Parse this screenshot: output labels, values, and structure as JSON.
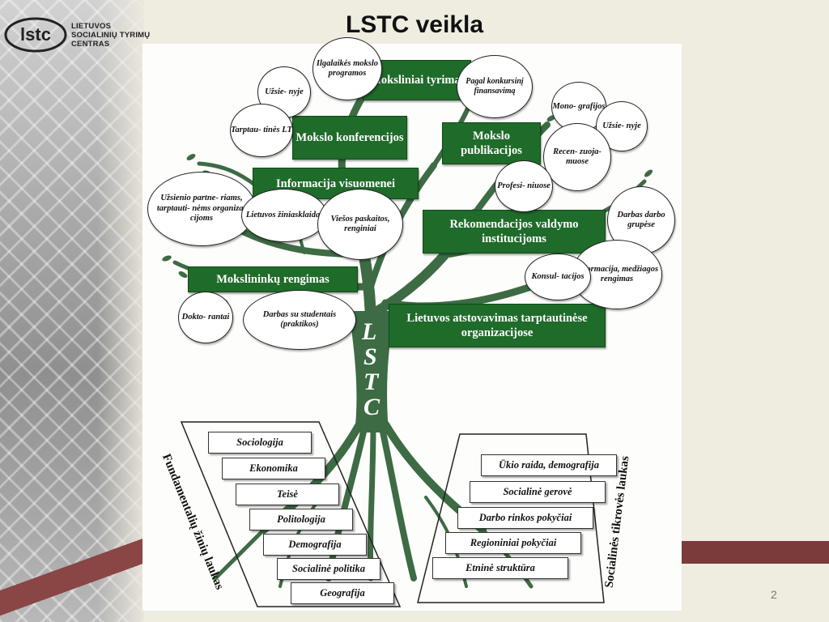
{
  "title": "LSTC veikla",
  "logo": {
    "mark": "lstc",
    "line1": "LIETUVOS",
    "line2": "SOCIALINIŲ TYRIMŲ",
    "line3": "CENTRAS"
  },
  "trunk_letters": [
    "L",
    "S",
    "T",
    "C"
  ],
  "boxes": {
    "moksliniai_tyrimai": "Moksliniai tyrimai",
    "mokslo_konferencijos": "Mokslo konferencijos",
    "mokslo_publikacijos": "Mokslo publikacijos",
    "informacija_visuomenei": "Informacija visuomenei",
    "rekomendacijos": "Rekomendacijos valdymo institucijoms",
    "mokslininku_rengimas": "Mokslininkų rengimas",
    "atstovavimas": "Lietuvos atstovavimas tarptautinėse organizacijose"
  },
  "ovals": {
    "ilgalaikes": "Ilgalaikės mokslo programos",
    "pagal_konkursini": "Pagal konkursinį finansavimą",
    "uzsienyje_1": "Užsie- nyje",
    "tarptautines_lt": "Tarptau- tinės LT",
    "monografijos": "Mono- grafijos",
    "uzsienyje_2": "Užsie- nyje",
    "recenzuojamuose": "Recen- zuoja- muose",
    "profesiniuose": "Profesi- niuose",
    "uzsienio_partneriams": "Užsienio partne- riams, tarptauti- nėms organiza- cijoms",
    "lietuvos_ziniasklaidai": "Lietuvos žiniasklaidai",
    "viesos_paskaitos": "Viešos paskaitos, renginiai",
    "darbas_darbo_grupese": "Darbas darbo grupėse",
    "konsultacijos": "Konsul- tacijos",
    "informacija_medziagos": "Informacija, medžiagos rengimas",
    "doktorantai": "Dokto- rantai",
    "darbas_su_studentais": "Darbas su studentais (praktikos)"
  },
  "fundamental": {
    "label": "Fundamentalių žinių laukas",
    "items": [
      "Sociologija",
      "Ekonomika",
      "Teisė",
      "Politologija",
      "Demografija",
      "Socialinė politika",
      "Geografija"
    ]
  },
  "social_reality": {
    "label": "Socialinės tikrovės laukas",
    "items": [
      "Ūkio raida, demografija",
      "Socialinė gerovė",
      "Darbo rinkos pokyčiai",
      "Regioniniai pokyčiai",
      "Etninė struktūra"
    ]
  },
  "page_number": "2",
  "colors": {
    "box": "#1f6b2a",
    "tree": "#3d6b44",
    "band": "#7a3b3b"
  }
}
